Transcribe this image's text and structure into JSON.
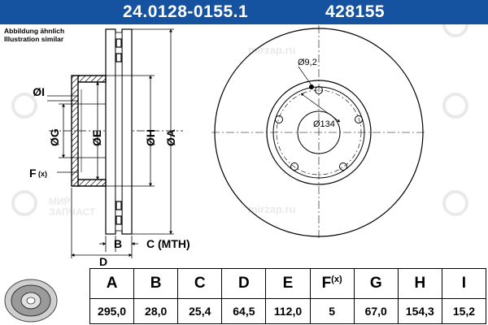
{
  "header": {
    "part_number": "24.0128-0155.1",
    "reference": "428155",
    "background_color": "#1553a0"
  },
  "illustration_note": {
    "line1": "Abbildung ähnlich",
    "line2": "Illustration similar"
  },
  "watermark": {
    "url": "mirzap.ru",
    "ru_line1": "МИР",
    "ru_line2": "ЗАПЧАСТ"
  },
  "dimension_labels": {
    "i": "ØI",
    "g": "ØG",
    "e": "ØE",
    "h": "ØH",
    "a": "ØA",
    "f": "F",
    "f_sub": "(x)",
    "b": "B",
    "c": "C (MTH)",
    "d": "D",
    "bolt_hole": "Ø9,2",
    "pcd": "Ø134"
  },
  "spec_table": {
    "columns": [
      "A",
      "B",
      "C",
      "D",
      "E",
      "F",
      "G",
      "H",
      "I"
    ],
    "f_column_sub": "(x)",
    "values": [
      "295,0",
      "28,0",
      "25,4",
      "64,5",
      "112,0",
      "5",
      "67,0",
      "154,3",
      "15,2"
    ]
  }
}
